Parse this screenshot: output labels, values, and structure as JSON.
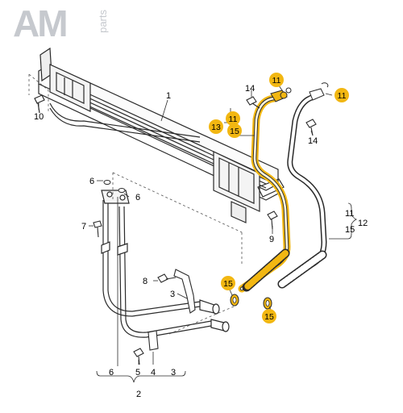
{
  "logo": {
    "main": "AM",
    "sub": "parts"
  },
  "callouts": {
    "c1": "1",
    "c2": "2",
    "c3a": "3",
    "c3b": "3",
    "c4": "4",
    "c5": "5",
    "c6a": "6",
    "c6b": "6",
    "c6c": "6",
    "c7": "7",
    "c8": "8",
    "c9": "9",
    "c10": "10",
    "c11r": "11",
    "c12": "12",
    "c14a": "14",
    "c14b": "14",
    "c15r": "15"
  },
  "highlighted": {
    "h11a": "11",
    "h11b": "11",
    "h11c": "11",
    "h13": "13",
    "h15a": "15",
    "h15b": "15",
    "h15c": "15"
  },
  "colors": {
    "highlight": "#f2b712",
    "line": "#2a2a2a",
    "logo": "#c6c9ce"
  }
}
